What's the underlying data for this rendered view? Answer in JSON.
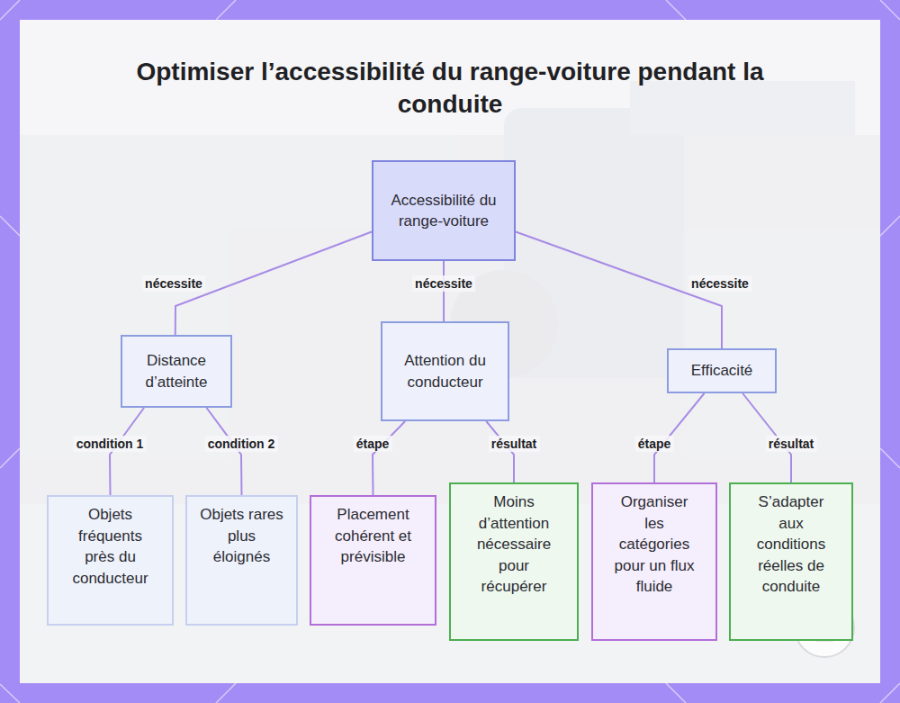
{
  "diagram": {
    "title": "Optimiser l’accessibilité du range-voiture pendant la conduite",
    "nodes": [
      {
        "text": [
          "Accessibilité du range-voiture"
        ]
      },
      {
        "text": [
          "Distance d’atteinte"
        ]
      },
      {
        "text": [
          "Attention du conducteur"
        ]
      },
      {
        "text": [
          "Efficacité"
        ]
      },
      {
        "text": [
          "Objets fréquents près du conducteur"
        ]
      },
      {
        "text": [
          "Objets rares plus éloignés"
        ]
      },
      {
        "text": [
          "Placement cohérent et prévisible"
        ]
      },
      {
        "text": [
          "Moins d’attention nécessaire pour récupérer"
        ]
      },
      {
        "text": [
          "Organiser les catégories pour un flux fluide"
        ]
      },
      {
        "text": [
          "S’adapter aux conditions réelles de conduite"
        ]
      }
    ],
    "edges": [
      {
        "from": 0,
        "to": 1,
        "label": "nécessite",
        "arrow": "none"
      },
      {
        "from": 0,
        "to": 2,
        "label": "nécessite",
        "arrow": "none"
      },
      {
        "from": 0,
        "to": 3,
        "label": "nécessite",
        "arrow": "none"
      },
      {
        "from": 1,
        "to": 4,
        "label": "condition 1",
        "arrow": "none"
      },
      {
        "from": 1,
        "to": 5,
        "label": "condition 2",
        "arrow": "none"
      },
      {
        "from": 2,
        "to": 6,
        "label": "étape",
        "arrow": "none"
      },
      {
        "from": 2,
        "to": 7,
        "label": "résultat",
        "arrow": "none"
      },
      {
        "from": 3,
        "to": 8,
        "label": "étape",
        "arrow": "none"
      },
      {
        "from": 3,
        "to": 9,
        "label": "résultat",
        "arrow": "none"
      }
    ]
  }
}
